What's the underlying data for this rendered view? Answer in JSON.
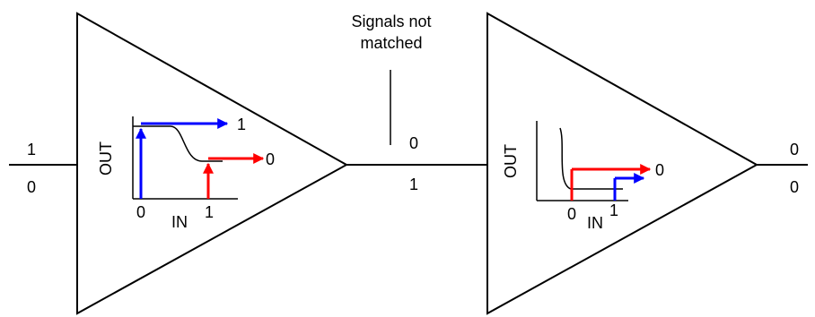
{
  "annotation": {
    "line1": "Signals not",
    "line2": "matched"
  },
  "inputs": {
    "top": "1",
    "bottom": "0"
  },
  "middle": {
    "top": "0",
    "bottom": "1"
  },
  "outputs": {
    "top": "0",
    "bottom": "0"
  },
  "stage1_plot": {
    "ylabel": "OUT",
    "xlabel": "IN",
    "tick_0": "0",
    "tick_1": "1",
    "out_high": "1",
    "out_low": "0"
  },
  "stage2_plot": {
    "ylabel": "OUT",
    "xlabel": "IN",
    "tick_0": "0",
    "tick_1": "1",
    "out_label": "0"
  },
  "colors": {
    "line": "#000000",
    "blue": "#0000ff",
    "red": "#ff0000"
  }
}
